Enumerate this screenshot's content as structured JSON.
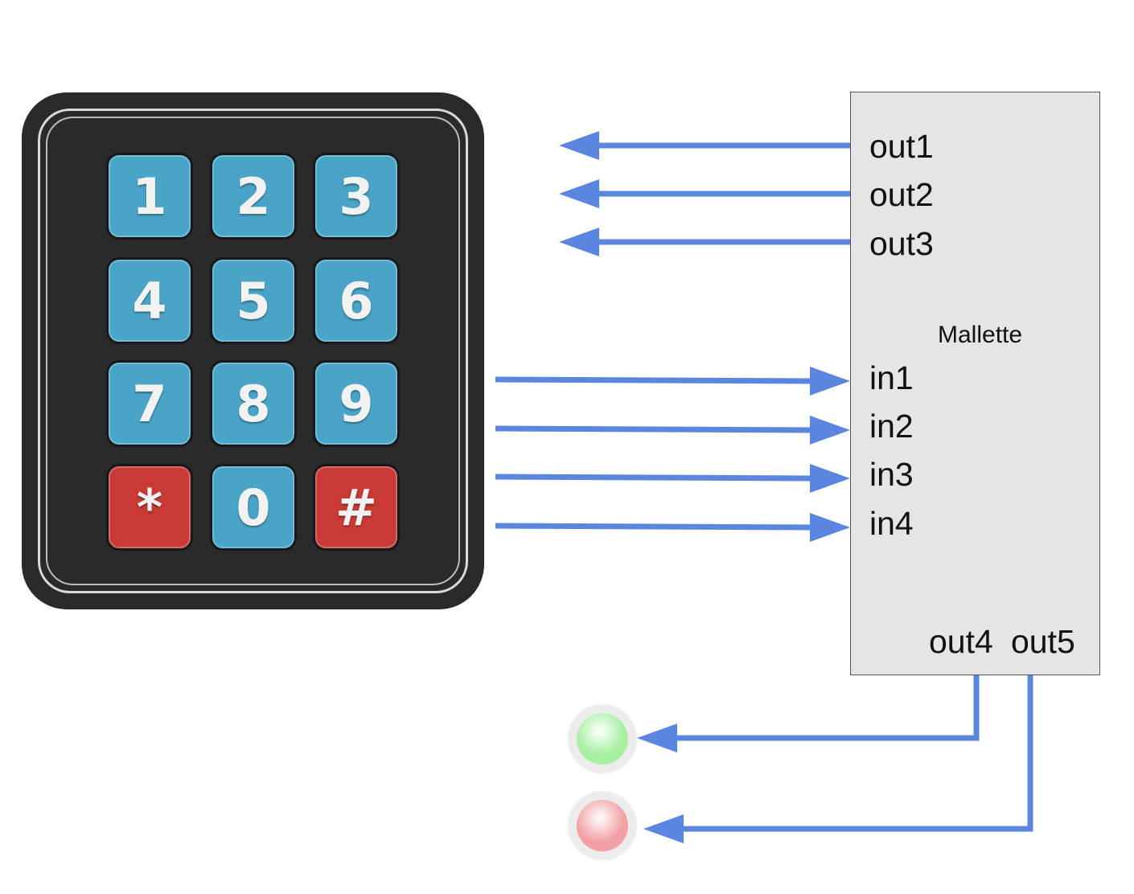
{
  "keypad": {
    "keys": [
      {
        "label": "1",
        "color": "#4aa4c7"
      },
      {
        "label": "2",
        "color": "#4aa4c7"
      },
      {
        "label": "3",
        "color": "#4aa4c7"
      },
      {
        "label": "4",
        "color": "#4aa4c7"
      },
      {
        "label": "5",
        "color": "#4aa4c7"
      },
      {
        "label": "6",
        "color": "#4aa4c7"
      },
      {
        "label": "7",
        "color": "#4aa4c7"
      },
      {
        "label": "8",
        "color": "#4aa4c7"
      },
      {
        "label": "9",
        "color": "#4aa4c7"
      },
      {
        "label": "*",
        "color": "#c93a36"
      },
      {
        "label": "0",
        "color": "#4aa4c7"
      },
      {
        "label": "#",
        "color": "#c93a36"
      }
    ]
  },
  "box": {
    "title": "Mallette",
    "outputs": [
      "out1",
      "out2",
      "out3"
    ],
    "inputs": [
      "in1",
      "in2",
      "in3",
      "in4"
    ],
    "bottom_outputs": [
      "out4",
      "out5"
    ]
  },
  "lamps": [
    {
      "name": "green-lamp",
      "color": "#a6f0a0"
    },
    {
      "name": "red-lamp",
      "color": "#f1a1a3"
    }
  ],
  "colors": {
    "wire": "#5b86df",
    "box_fill": "#e5e5e5"
  }
}
